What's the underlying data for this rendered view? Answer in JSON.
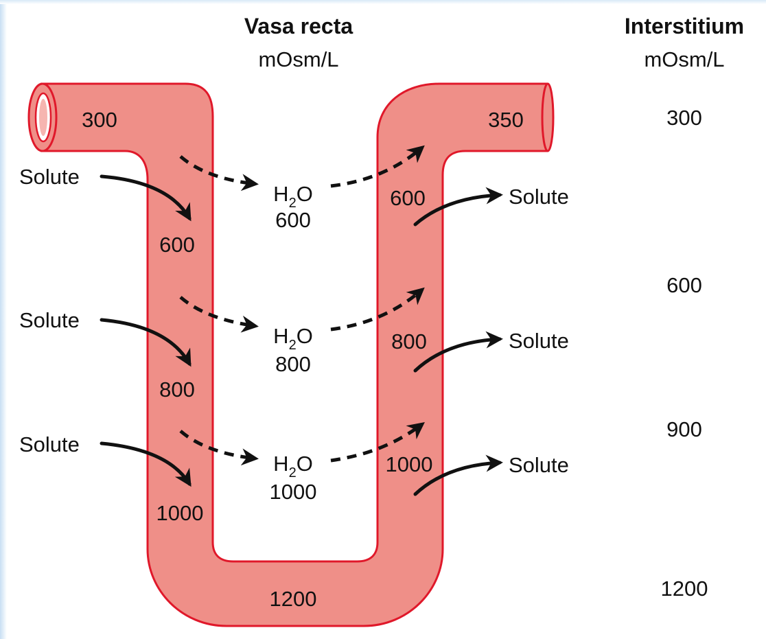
{
  "headers": {
    "vasa_recta_title": "Vasa recta",
    "vasa_recta_unit": "mOsm/L",
    "interstitium_title": "Interstitium",
    "interstitium_unit": "mOsm/L"
  },
  "vessel": {
    "inflow": "300",
    "outflow": "350",
    "bottom": "1200",
    "descending": [
      "600",
      "800",
      "1000"
    ],
    "ascending": [
      "600",
      "800",
      "1000"
    ]
  },
  "water": {
    "symbol": "H",
    "subscript": "2",
    "suffix": "O",
    "values": [
      "600",
      "800",
      "1000"
    ]
  },
  "solute_label": "Solute",
  "interstitium_values": [
    "300",
    "600",
    "900",
    "1200"
  ],
  "colors": {
    "vessel_fill": "#ef8f88",
    "vessel_outline": "#e0182a",
    "arrow": "#111111"
  }
}
